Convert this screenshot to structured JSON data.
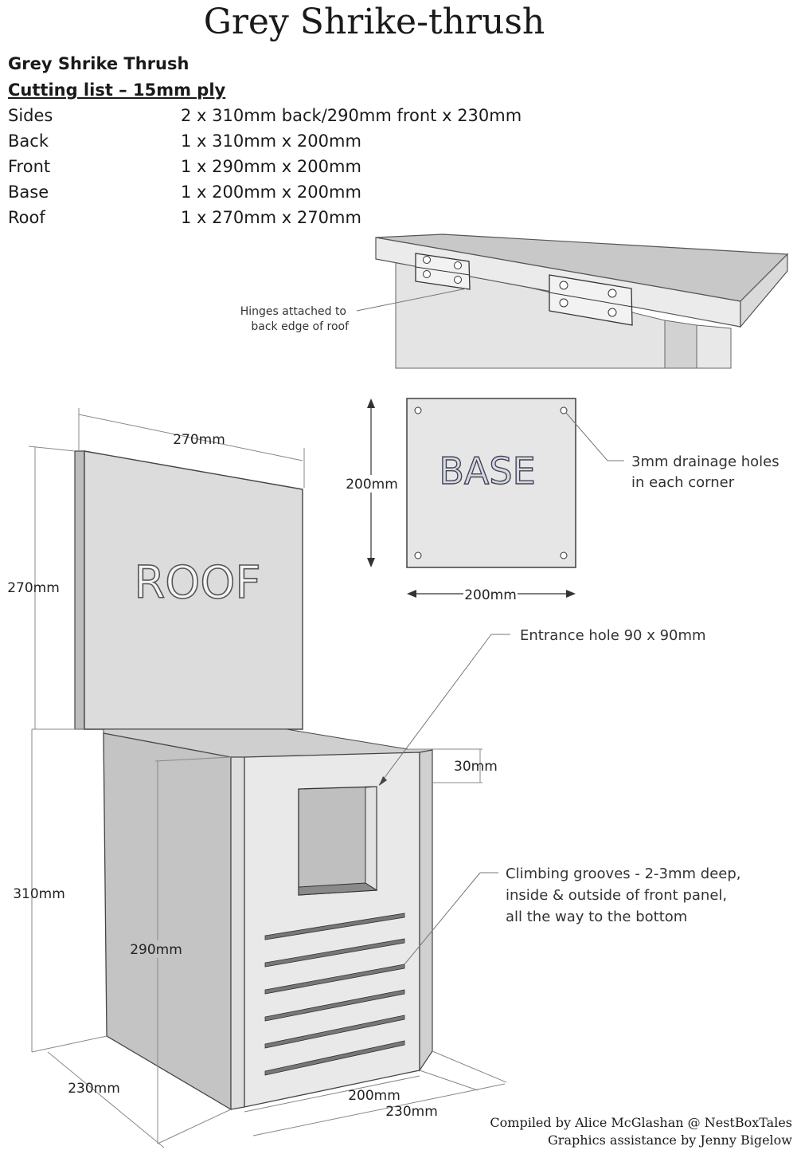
{
  "title": "Grey Shrike-thrush",
  "cutting_list": {
    "heading": "Grey Shrike Thrush",
    "subheading": "Cutting list – 15mm ply",
    "rows": [
      {
        "part": "Sides",
        "size": "2 x 310mm back/290mm front x 230mm"
      },
      {
        "part": "Back",
        "size": "1 x 310mm x 200mm"
      },
      {
        "part": "Front",
        "size": "1 x 290mm x 200mm"
      },
      {
        "part": "Base",
        "size": "1 x 200mm x 200mm"
      },
      {
        "part": "Roof",
        "size": "1 x 270mm x 270mm"
      }
    ]
  },
  "hinge_callout": {
    "line1": "Hinges attached to",
    "line2": "back edge of roof"
  },
  "roof": {
    "label": "ROOF",
    "width": "270mm",
    "height": "270mm"
  },
  "base": {
    "label": "BASE",
    "width": "200mm",
    "height": "200mm",
    "note_line1": "3mm drainage holes",
    "note_line2": "in each corner"
  },
  "box": {
    "entrance": "Entrance hole 90 x 90mm",
    "lip": "30mm",
    "back_height": "310mm",
    "front_height": "290mm",
    "side_depth": "230mm",
    "front_width": "200mm",
    "overall_width": "230mm",
    "grooves_line1": "Climbing grooves - 2-3mm deep,",
    "grooves_line2": "inside & outside of front panel,",
    "grooves_line3": "all the way to the bottom"
  },
  "credits": {
    "line1": "Compiled by Alice McGlashan @ NestBoxTales",
    "line2": "Graphics assistance by Jenny Bigelow"
  }
}
